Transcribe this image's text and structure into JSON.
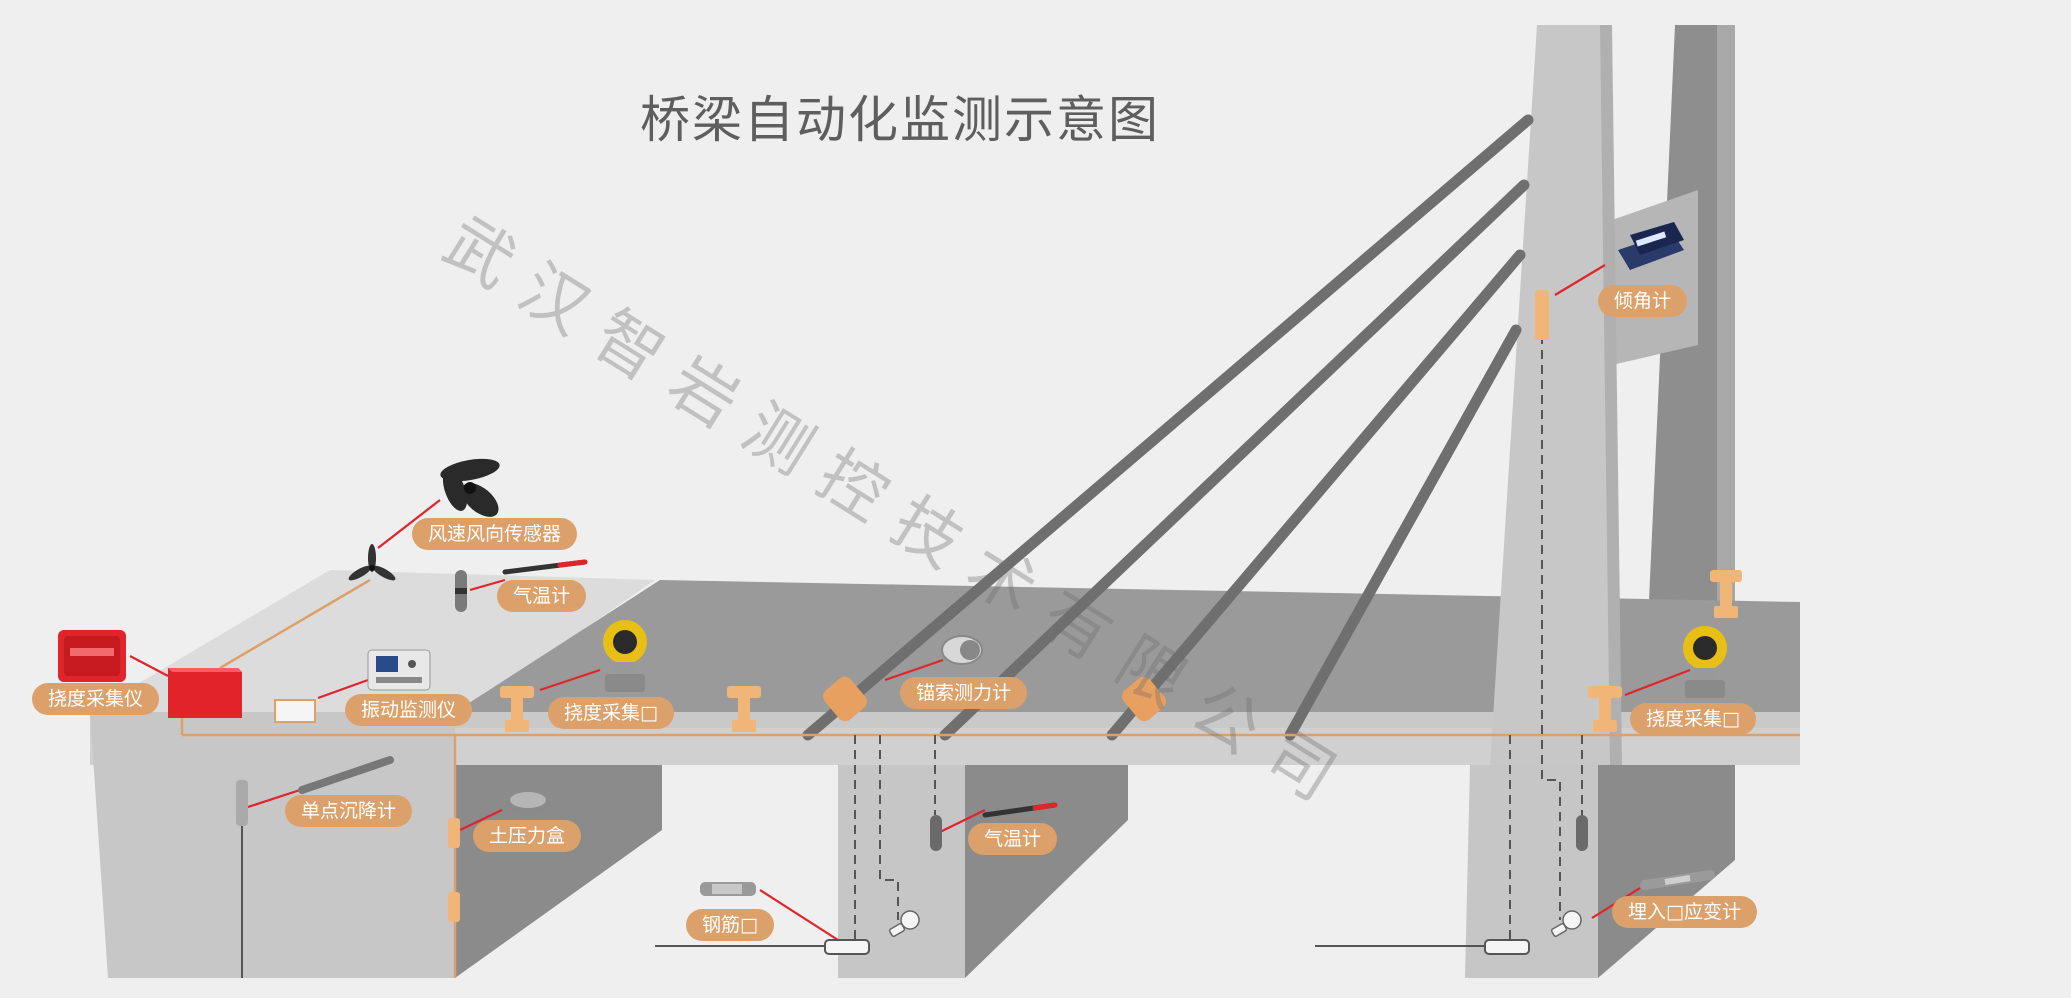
{
  "title": "桥梁自动化监测示意图",
  "watermark": "武汉智岩测控技术有限公司",
  "colors": {
    "background": "#efeff0",
    "label_bg": "#dca16a",
    "sensor_orange": "#f0b577",
    "wire_red": "#e0242a",
    "cable": "#6f6f6f"
  },
  "labels": {
    "wind_sensor": "风速风向传感器",
    "air_temp_1": "气温计",
    "deflection_collector": "挠度采集仪",
    "vibration_monitor": "振动监测仪",
    "deflection_1": "挠度采集□",
    "anchor_cable": "锚索测力计",
    "inclinometer": "倾角计",
    "deflection_2": "挠度采集□",
    "settlement": "单点沉降计",
    "earth_pressure": "土压力盒",
    "air_temp_2": "气温计",
    "rebar": "钢筋□",
    "embedded_strain": "埋入□应变计"
  }
}
